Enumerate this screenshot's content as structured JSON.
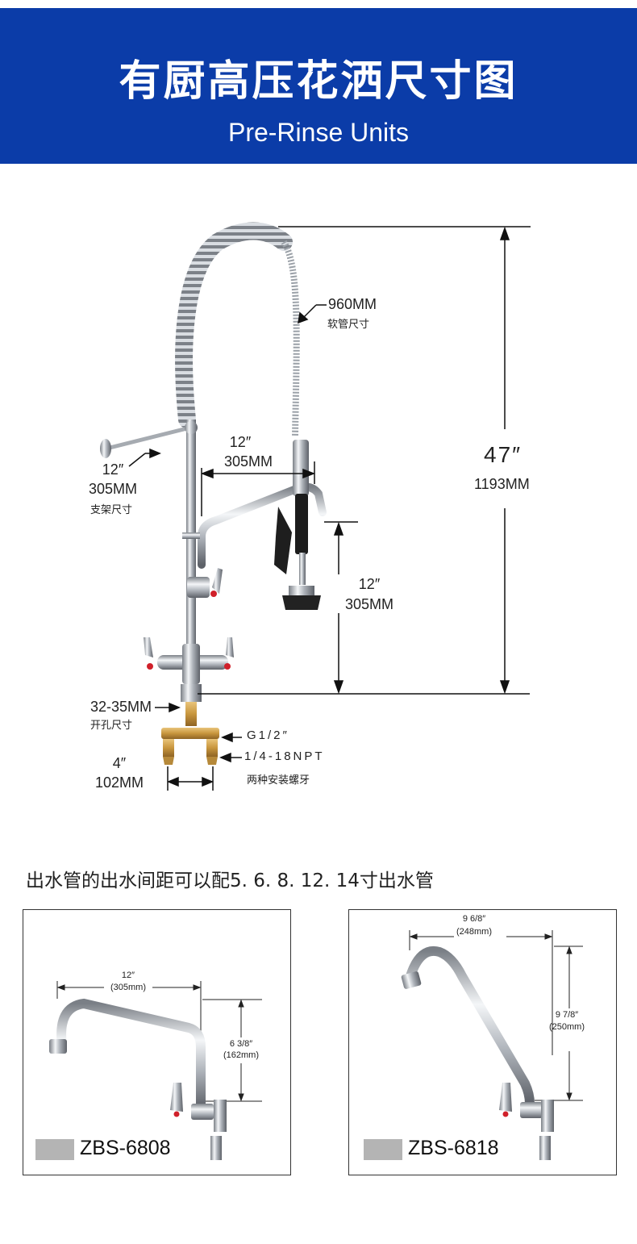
{
  "banner": {
    "title": "有厨高压花洒尺寸图",
    "subtitle": "Pre-Rinse Units",
    "color": "#0b3ca8"
  },
  "diagram": {
    "hose_length": "960MM",
    "hose_length_caption": "软管尺寸",
    "height_in": "47″",
    "height_mm": "1193MM",
    "arm_in": "12″",
    "arm_mm": "305MM",
    "bracket_in": "12″",
    "bracket_mm": "305MM",
    "bracket_caption": "支架尺寸",
    "spout_height_in": "12″",
    "spout_height_mm": "305MM",
    "hole_size": "32-35MM",
    "hole_caption": "开孔尺寸",
    "thread_g": "G1/2″",
    "thread_npt": "1/4-18NPT",
    "thread_caption": "两种安装螺牙",
    "center_in": "4″",
    "center_mm": "102MM"
  },
  "note": "出水管的出水间距可以配5. 6. 8. 12. 14寸出水管",
  "models": [
    {
      "name": "ZBS-6808",
      "width_in": "12″",
      "width_mm": "(305mm)",
      "height_in": "6   3/8″",
      "height_mm": "(162mm)"
    },
    {
      "name": "ZBS-6818",
      "width_in": "9   6/8″",
      "width_mm": "(248mm)",
      "height_in": "9   7/8″",
      "height_mm": "(250mm)"
    }
  ]
}
